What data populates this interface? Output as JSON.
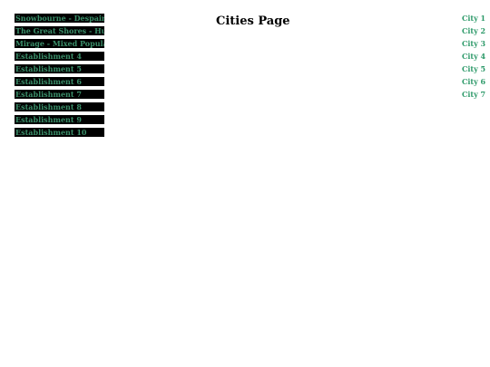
{
  "title": "Cities Page",
  "establishments": [
    "Snowbourne - Despairgery",
    "The Great Shores - Human",
    "Mirage - Mixed Population",
    "Establishment 4",
    "Establishment 5",
    "Establishment 6",
    "Establishment 7",
    "Establishment 8",
    "Establishment 9",
    "Establishment 10"
  ],
  "cities": [
    "City 1",
    "City 2",
    "City 3",
    "City 4",
    "City 5",
    "City 6",
    "City 7"
  ],
  "colors": {
    "establishment_bg": "#000000",
    "establishment_text": "#3b8f6a",
    "city_text": "#2e9a6a"
  }
}
